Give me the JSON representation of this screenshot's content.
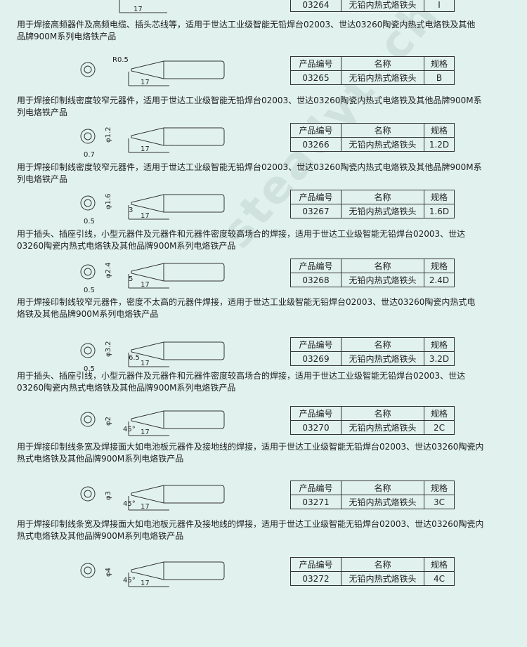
{
  "header_row": {
    "code": "产品编号",
    "name": "名称",
    "spec": "规格"
  },
  "top_partial": {
    "code": "03264",
    "name": "无铅内热式烙铁头",
    "spec": "I",
    "dim": "17"
  },
  "items": [
    {
      "code": "03265",
      "name": "无铅内热式烙铁头",
      "spec": "B",
      "dims": [
        "R0.5",
        "17"
      ],
      "desc": "用于焊接高频器件及高频电缆、插头芯线等，适用于世达工业级智能无铅焊台02003、世达03260陶瓷内热式电烙铁及其他\n品牌900M系列电烙铁产品"
    },
    {
      "code": "03266",
      "name": "无铅内热式烙铁头",
      "spec": "1.2D",
      "dims": [
        "φ1.2",
        "0.7",
        "17"
      ],
      "desc": "用于焊接印制线密度较窄元器件，适用于世达工业级智能无铅焊台02003、世达03260陶瓷内热式电烙铁及其他品牌900M系\n列电烙铁产品"
    },
    {
      "code": "03267",
      "name": "无铅内热式烙铁头",
      "spec": "1.6D",
      "dims": [
        "φ1.6",
        "0.5",
        "3",
        "17"
      ],
      "desc": "用于焊接印制线密度较窄元器件，适用于世达工业级智能无铅焊台02003、世达03260陶瓷内热式电烙铁及其他品牌900M系\n列电烙铁产品"
    },
    {
      "code": "03268",
      "name": "无铅内热式烙铁头",
      "spec": "2.4D",
      "dims": [
        "φ2.4",
        "0.5",
        "5",
        "17"
      ],
      "desc": "用于插头、插座引线，小型元器件及元器件和元器件密度较高场合的焊接，适用于世达工业级智能无铅焊台02003、世达\n03260陶瓷内热式电烙铁及其他品牌900M系列电烙铁产品"
    },
    {
      "code": "03269",
      "name": "无铅内热式烙铁头",
      "spec": "3.2D",
      "dims": [
        "φ3.2",
        "0.5",
        "6.5",
        "17"
      ],
      "desc": "用于焊接印制线较窄元器件，密度不太高的元器件焊接，适用于世达工业级智能无铅焊台02003、世达03260陶瓷内热式电\n烙铁及其他品牌900M系列电烙铁产品"
    },
    {
      "code": "03270",
      "name": "无铅内热式烙铁头",
      "spec": "2C",
      "dims": [
        "φ2",
        "45°",
        "17"
      ],
      "desc": "用于插头、插座引线，小型元器件及元器件和元器件密度较高场合的焊接，适用于世达工业级智能无铅焊台02003、世达\n03260陶瓷内热式电烙铁及其他品牌900M系列电烙铁产品"
    },
    {
      "code": "03271",
      "name": "无铅内热式烙铁头",
      "spec": "3C",
      "dims": [
        "φ3",
        "45°",
        "17"
      ],
      "desc": "用于焊接印制线条宽及焊接面大如电池板元器件及接地线的焊接，适用于世达工业级智能无铅焊台02003、世达03260陶瓷内\n热式电烙铁及其他品牌900M系列电烙铁产品"
    },
    {
      "code": "03272",
      "name": "无铅内热式烙铁头",
      "spec": "4C",
      "dims": [
        "φ4",
        "45°",
        "17"
      ],
      "desc": "用于焊接印制线条宽及焊接面大如电池板元器件及接地线的焊接，适用于世达工业级智能无铅焊台02003、世达03260陶瓷内\n热式电烙铁及其他品牌900M系列电烙铁产品"
    }
  ],
  "watermark": "steadytech.com"
}
